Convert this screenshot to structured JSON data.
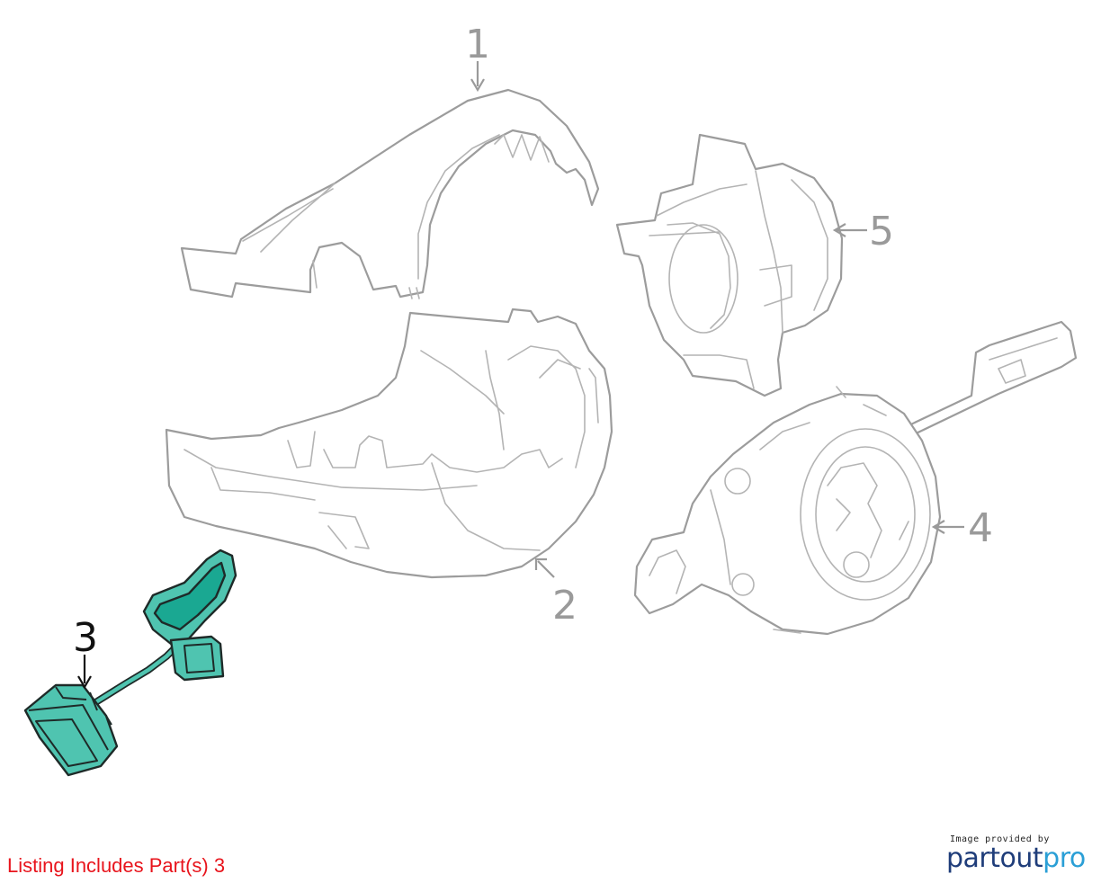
{
  "callouts": [
    {
      "label": "1",
      "active": false
    },
    {
      "label": "2",
      "active": false
    },
    {
      "label": "3",
      "active": true
    },
    {
      "label": "4",
      "active": false
    },
    {
      "label": "5",
      "active": false
    }
  ],
  "listing_text": "Listing Includes Part(s) 3",
  "brand": {
    "caption": "Image provided by",
    "logo_part1": "partout",
    "logo_part2": "pro"
  },
  "colors": {
    "highlight_part": "#4fc4b0",
    "listing_text": "#e8141c",
    "inactive_line": "#9c9c9c"
  }
}
